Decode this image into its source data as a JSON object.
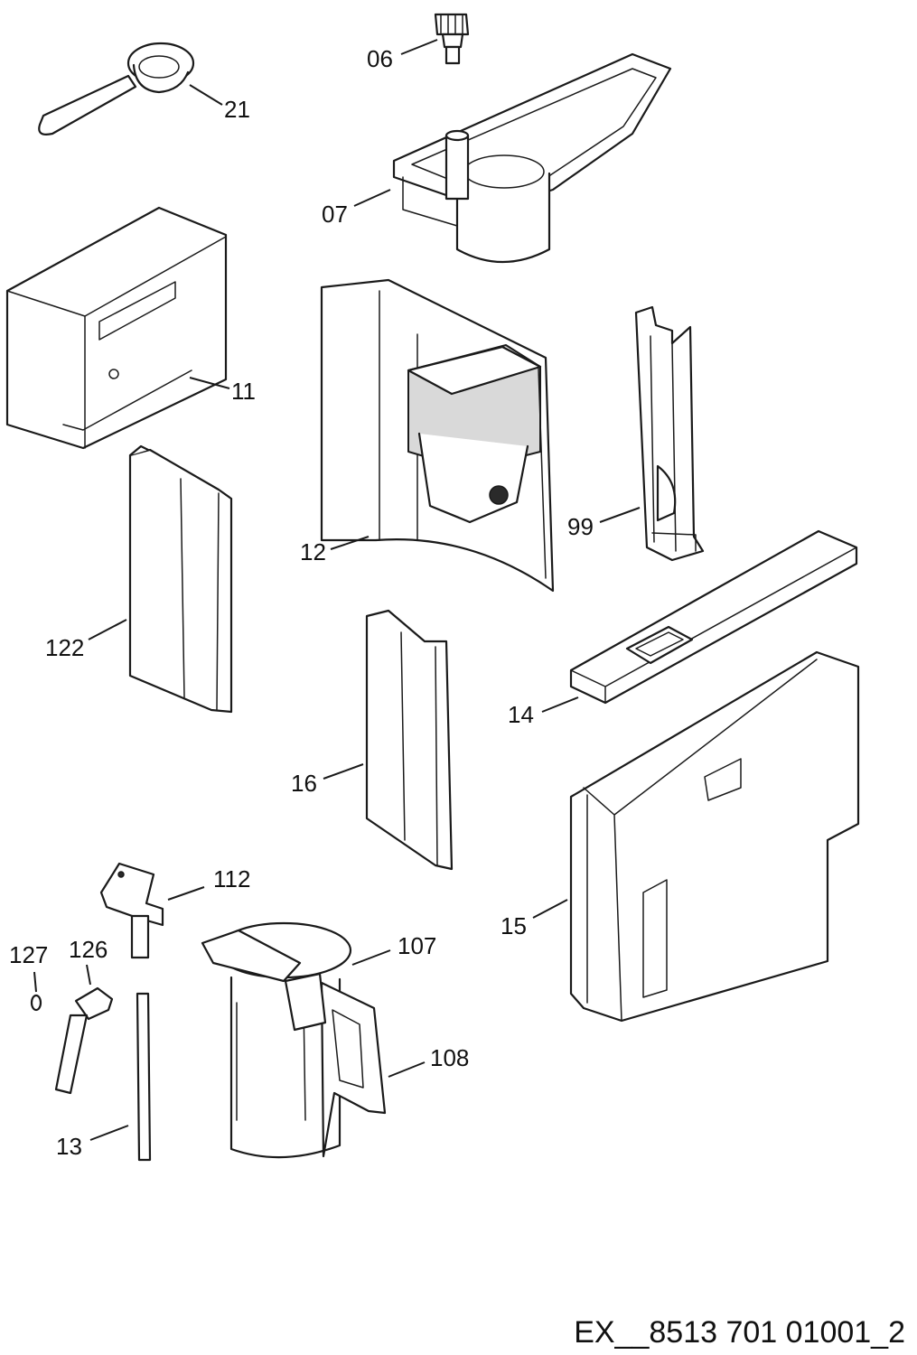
{
  "parts": [
    {
      "id": "p21",
      "number": "21"
    },
    {
      "id": "p06",
      "number": "06"
    },
    {
      "id": "p07",
      "number": "07"
    },
    {
      "id": "p11",
      "number": "11"
    },
    {
      "id": "p12",
      "number": "12"
    },
    {
      "id": "p99",
      "number": "99"
    },
    {
      "id": "p122",
      "number": "122"
    },
    {
      "id": "p16",
      "number": "16"
    },
    {
      "id": "p14",
      "number": "14"
    },
    {
      "id": "p15",
      "number": "15"
    },
    {
      "id": "p112",
      "number": "112"
    },
    {
      "id": "p107",
      "number": "107"
    },
    {
      "id": "p127",
      "number": "127"
    },
    {
      "id": "p126",
      "number": "126"
    },
    {
      "id": "p108",
      "number": "108"
    },
    {
      "id": "p13",
      "number": "13"
    }
  ],
  "drawing_code": "EX__8513 701 01001_2"
}
